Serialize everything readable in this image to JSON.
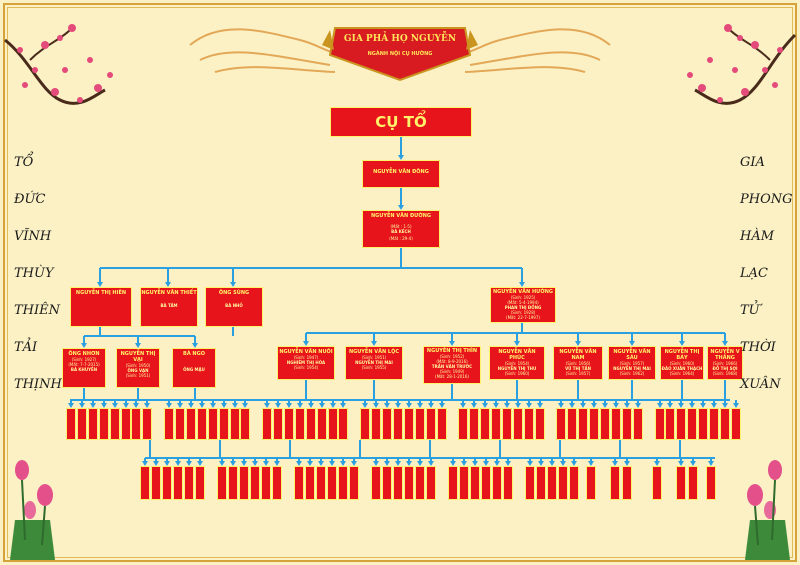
{
  "banner": {
    "title": "GIA PHẢ HỌ NGUYỄN",
    "subtitle": "NGÀNH NỘI CỤ HƯỜNG"
  },
  "root": {
    "label": "CỤ TỔ"
  },
  "gen1": {
    "name": "NGUYỄN VĂN ĐÔNG"
  },
  "gen2": {
    "name": "NGUYỄN VĂN ĐƯỜNG",
    "line_mat": "(Mất : 1-5)",
    "spouse": "BÀ KÉCH",
    "spouse_mat": "(Mất : 29-4)"
  },
  "gen3": [
    {
      "name": "NGUYỄN THỊ HIÊN"
    },
    {
      "name": "NGUYỄN VĂN THIẾT",
      "spouse": "BÀ TÂM"
    },
    {
      "name": "ÔNG SÙNG",
      "spouse": "BÀ NHỎ"
    },
    {
      "name": "NGUYỄN VĂN HƯỜNG",
      "sinh": "(Sinh: 1925)",
      "mat": "(Mất: 5-4-1994)",
      "spouse": "PHAN THỊ ĐỒNG",
      "spouse_sinh": "(Sinh: 1928)",
      "spouse_mat": "(Mất: 22-7-1997)"
    }
  ],
  "gen4": [
    {
      "name": "ÔNG NHƠN",
      "sinh": "(Sinh: 1927)",
      "mat": "(Mất: 7-7-2015)",
      "spouse": "BÀ KHUYÊN"
    },
    {
      "name": "NGUYỄN THỊ VẠI",
      "sinh": "(Sinh: 1950)",
      "spouse": "ÔNG VẠN",
      "spouse_sinh": "(Sinh: 1951)"
    },
    {
      "name": "BÀ NGO",
      "spouse": "ÔNG MẬU"
    },
    {
      "name": "NGUYỄN VĂN NUÔI",
      "sinh": "(Sinh: 1947)",
      "spouse": "NGHIÊM THỊ HÒA",
      "spouse_sinh": "(Sinh: 1954)"
    },
    {
      "name": "NGUYỄN VĂN LỘC",
      "sinh": "(Sinh: 1951)",
      "spouse": "NGUYỄN THỊ MAI",
      "spouse_sinh": "(Sinh: 1955)"
    },
    {
      "name": "NGUYỄN THỊ THÌN",
      "sinh": "(Sinh: 1952)",
      "mat": "(Mất: 8-9-2016)",
      "spouse": "TRẦN VĂN TRƯỚC",
      "spouse_sinh": "(Sinh: 1949)",
      "spouse_mat": "(Mất: 28-1-2016)"
    },
    {
      "name": "NGUYỄN VĂN PHÚC",
      "sinh": "(Sinh: 1954)",
      "spouse": "NGUYỄN THỊ THU",
      "spouse_sinh": "(Sinh: 1960)"
    },
    {
      "name": "NGUYỄN VĂN NAM",
      "sinh": "(Sinh: 1956)",
      "spouse": "VŨ THỊ TẦN",
      "spouse_sinh": "(Sinh: 1957)"
    },
    {
      "name": "NGUYỄN VĂN SÁU",
      "sinh": "(Sinh: 1957)",
      "spouse": "NGUYỄN THỊ MAI",
      "spouse_sinh": "(Sinh: 1962)"
    },
    {
      "name": "NGUYỄN THỊ BẢY",
      "sinh": "(Sinh: 1960)",
      "spouse": "ĐÀO XUÂN THẠCH",
      "spouse_sinh": "(Sinh: 1964)"
    },
    {
      "name": "NGUYỄN V THẮNG",
      "sinh": "(Sinh: 1966)",
      "spouse": "ĐỖ THỊ SỢI",
      "spouse_sinh": "(Sinh: 1968)"
    }
  ],
  "left_poem": [
    "TỔ",
    "ĐỨC",
    "VĨNH",
    "THÙY",
    "THIÊN",
    "TẢI",
    "THỊNH"
  ],
  "right_poem": [
    "GIA",
    "PHONG",
    "HÀM",
    "LẠC",
    "TỬ",
    "THỜI",
    "XUÂN"
  ],
  "colors": {
    "box": "#e8141b",
    "line": "#2aa0e0",
    "background": "#fbf1c4",
    "text": "#fff8a0"
  }
}
